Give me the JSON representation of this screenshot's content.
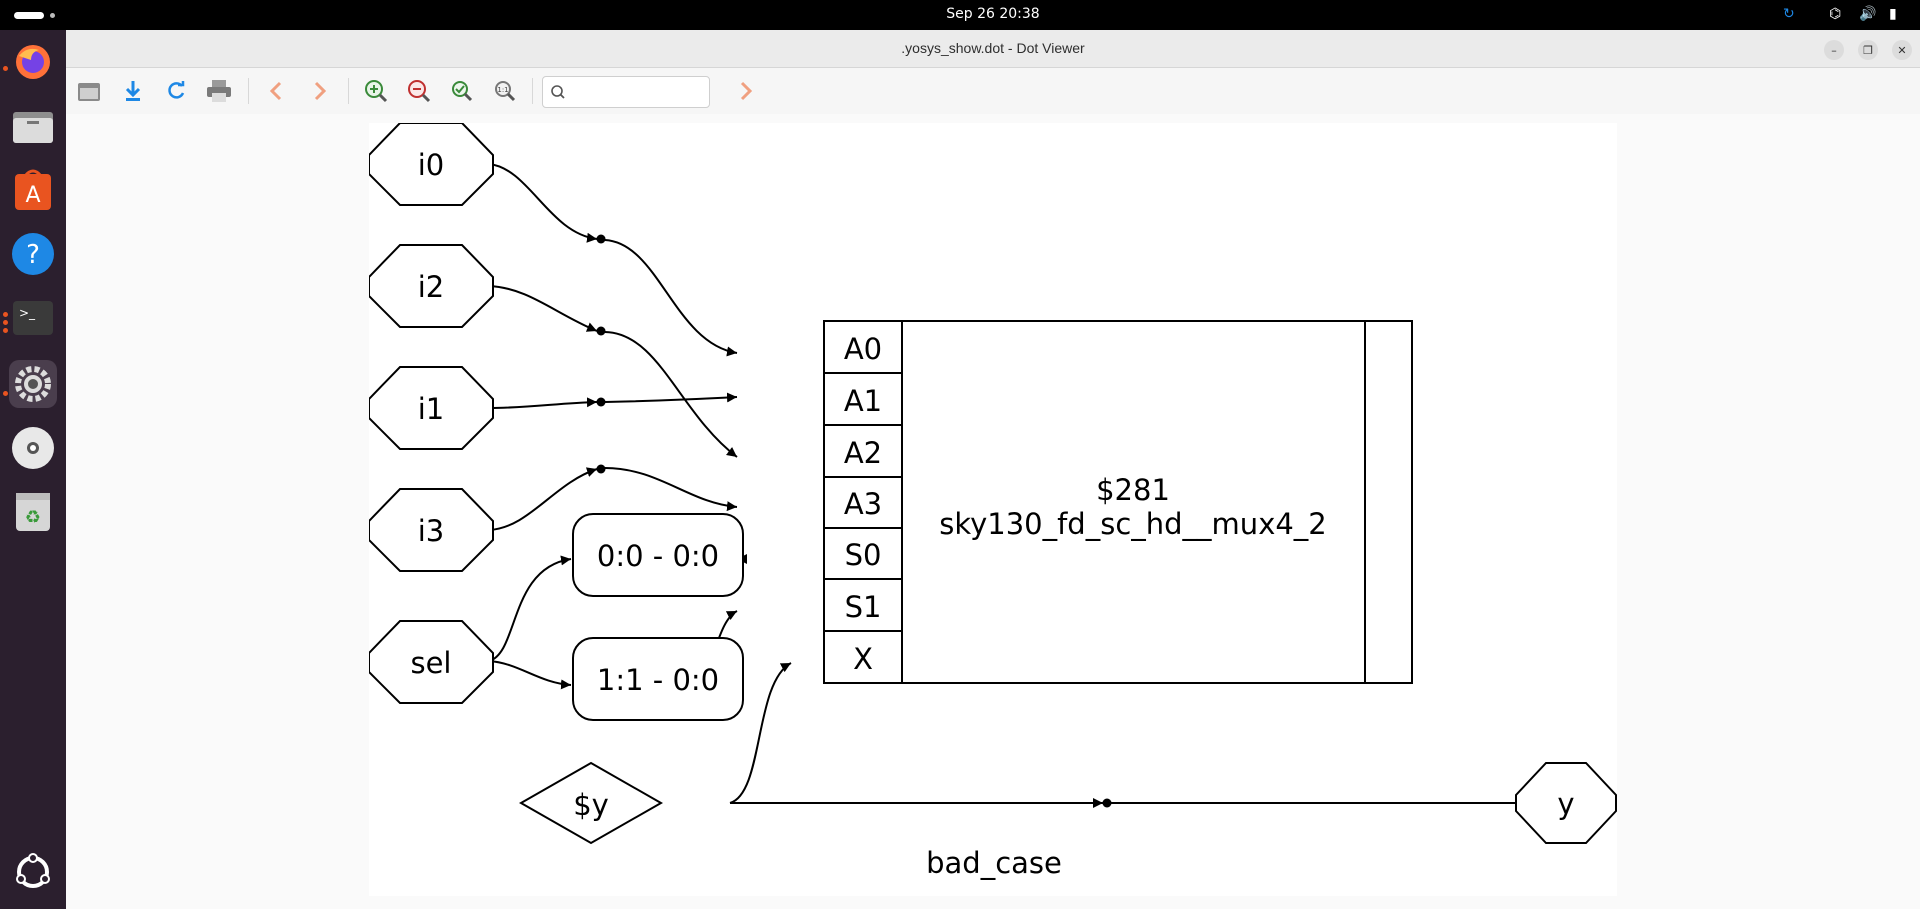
{
  "topbar": {
    "clock": "Sep 26  20:38"
  },
  "dock": {
    "items": [
      {
        "name": "firefox-icon"
      },
      {
        "name": "files-icon"
      },
      {
        "name": "app-center-icon"
      },
      {
        "name": "help-icon"
      },
      {
        "name": "terminal-icon"
      },
      {
        "name": "settings-icon"
      },
      {
        "name": "disc-icon"
      },
      {
        "name": "trash-icon"
      },
      {
        "name": "show-apps-icon"
      }
    ]
  },
  "window": {
    "title": ".yosys_show.dot - Dot Viewer",
    "search": {
      "value": "",
      "placeholder": ""
    }
  },
  "graph": {
    "inputs": [
      "i0",
      "i2",
      "i1",
      "i3",
      "sel"
    ],
    "slices": [
      "0:0 - 0:0",
      "1:1 - 0:0"
    ],
    "cell": {
      "id": "$281",
      "type": "sky130_fd_sc_hd__mux4_2",
      "ports": [
        "A0",
        "A1",
        "A2",
        "A3",
        "S0",
        "S1",
        "X"
      ]
    },
    "wire": "$y",
    "output": "y",
    "label": "bad_case"
  },
  "colors": {
    "accent": "#1a73e8",
    "dock_bg": "#2b1f2e",
    "topbar_bg": "#000000"
  }
}
